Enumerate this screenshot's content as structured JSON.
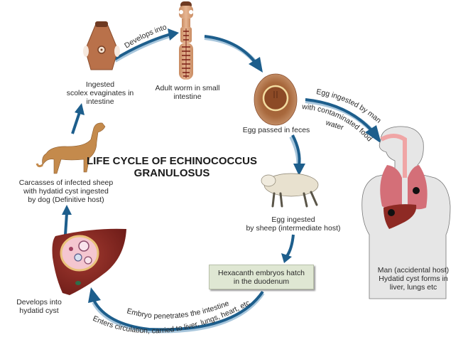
{
  "title": {
    "line1": "LIFE CYCLE OF ECHINOCOCCUS",
    "line2": "GRANULOSUS"
  },
  "stages": {
    "scolex": {
      "line1": "Ingested",
      "line2": "scolex evaginates in",
      "line3": "intestine"
    },
    "adult_worm": {
      "line1": "Adult worm in small",
      "line2": "intestine"
    },
    "egg": {
      "line1": "Egg passed in feces"
    },
    "man": {
      "line1": "Man (accidental host)",
      "line2": "Hydatid cyst forms in",
      "line3": "liver, lungs etc"
    },
    "sheep": {
      "line1": "Egg ingested",
      "line2": "by sheep (intermediate host)"
    },
    "hexacanth": {
      "line1": "Hexacanth embryos hatch",
      "line2": "in the duodenum"
    },
    "cyst": {
      "line1": "Develops into",
      "line2": "hydatid cyst"
    },
    "dog": {
      "line1": "Carcasses of infected sheep",
      "line2": "with hydatid cyst ingested",
      "line3": "by dog (Definitive host)"
    }
  },
  "arrow_labels": {
    "develops_into": "Develops into",
    "egg_to_man_1": "Egg ingested by man",
    "egg_to_man_2": "with contaminated food and",
    "egg_to_man_3": "water",
    "embryo_1": "Embryo penetrates the intestine",
    "embryo_2": "Enters circulation, carried to liver, lungs, heart, etc"
  },
  "colors": {
    "arrow": "#1d5e8c",
    "arrow_shadow": "#a8c6dc",
    "organism_brown": "#b9714a",
    "liver": "#8e2a24",
    "lung": "#d9757c",
    "body": "#e6e6e6",
    "box_bg": "#dfe7d3"
  }
}
